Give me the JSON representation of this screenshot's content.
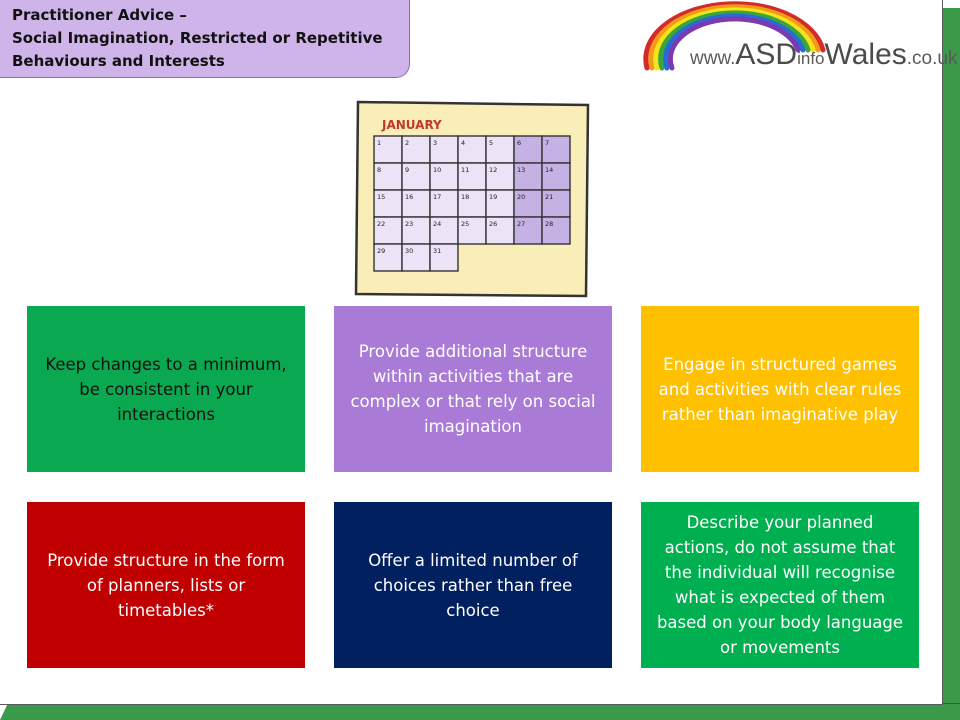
{
  "title": {
    "lines": [
      "Practitioner Advice –",
      "Social Imagination, Restricted or Repetitive",
      "Behaviours and Interests"
    ]
  },
  "logo": {
    "www": "www.",
    "asd": "ASD",
    "info": "info",
    "wales": "Wales",
    "couk": ".co.uk",
    "rainbow_colors": [
      "#d42a2a",
      "#f39a1a",
      "#f2e31a",
      "#3aa63a",
      "#2a6ad4",
      "#7a3ab0"
    ]
  },
  "calendar": {
    "month": "JANUARY",
    "days": [
      "1",
      "2",
      "3",
      "4",
      "5",
      "6",
      "7",
      "8",
      "9",
      "10",
      "11",
      "12",
      "13",
      "14",
      "15",
      "16",
      "17",
      "18",
      "19",
      "20",
      "21",
      "22",
      "23",
      "24",
      "25",
      "26",
      "27",
      "28",
      "29",
      "30",
      "31"
    ],
    "colors": {
      "paper": "#f9eeb8",
      "cell": "#ece3f7",
      "weekend": "#c6b1e5",
      "header": "#f4ddb5",
      "month_text": "#c0392b"
    }
  },
  "cards": [
    {
      "text": "Keep changes to a minimum, be consistent in your interactions",
      "color": "#0aa850"
    },
    {
      "text": "Provide additional structure within activities that are complex or that rely on social imagination",
      "color": "#a97bd6"
    },
    {
      "text": "Engage in structured games and activities with clear rules rather than imaginative play",
      "color": "#ffc000"
    },
    {
      "text": "Provide structure in the form of planners, lists or timetables*",
      "color": "#c00000"
    },
    {
      "text": "Offer a limited number of choices rather than free choice",
      "color": "#002060"
    },
    {
      "text": "Describe your planned actions, do not assume that the individual will recognise what is expected of them based on your body language or movements",
      "color": "#00b050"
    }
  ]
}
